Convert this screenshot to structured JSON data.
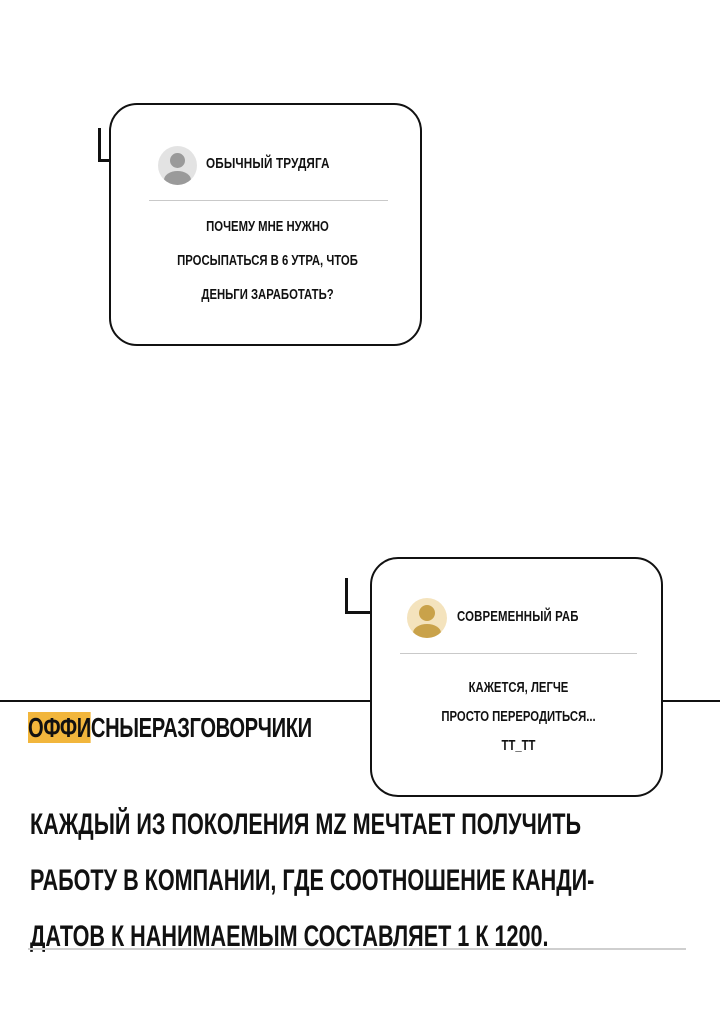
{
  "comments": [
    {
      "username": "ОБЫЧНЫЙ ТРУДЯГА",
      "avatar_color": "#9a9a9a",
      "avatar_bg": "#e3e3e3",
      "icon": "user-avatar-icon",
      "lines": [
        "ПОЧЕМУ МНЕ НУЖНО",
        "ПРОСЫПАТЬСЯ В 6 УТРА, ЧТОБ",
        "ДЕНЬГИ ЗАРАБОТАТЬ?"
      ]
    },
    {
      "username": "СОВРЕМЕННЫЙ РАБ",
      "avatar_color": "#c9a24a",
      "avatar_bg": "#f4e3bd",
      "icon": "user-avatar-icon",
      "lines": [
        "КАЖЕТСЯ, ЛЕГЧЕ",
        "ПРОСТО ПЕРЕРОДИТЬСЯ...",
        "ТТ_ТТ"
      ]
    }
  ],
  "brand": {
    "highlight": "ОФФИ",
    "rest": "СНЫЕРАЗГОВОРЧИКИ",
    "highlight_color": "#f2b63c"
  },
  "article": {
    "lines": [
      "КАЖДЫЙ ИЗ ПОКОЛЕНИЯ MZ МЕЧТАЕТ ПОЛУЧИТЬ",
      "РАБОТУ В КОМПАНИИ, ГДЕ СООТНОШЕНИЕ КАНДИ-",
      "ДАТОВ К НАНИМАЕМЫМ СОСТАВЛЯЕТ 1 К 1200."
    ]
  }
}
